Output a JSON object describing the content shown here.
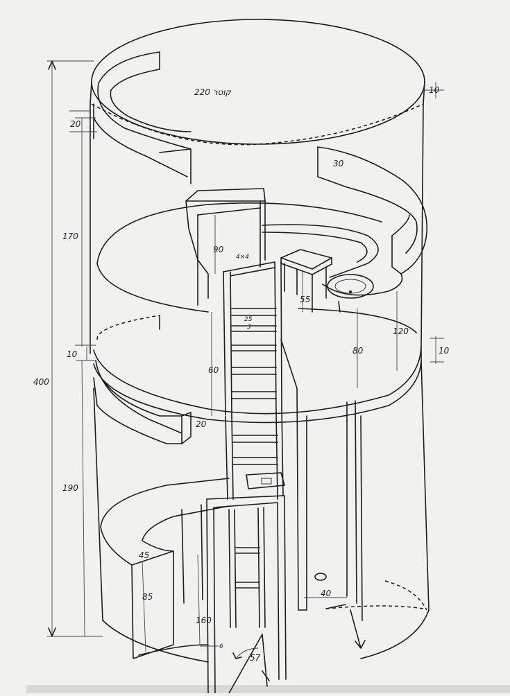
{
  "sheet": {
    "diameter_note": "220 קוטר",
    "dimensions": {
      "total_height": "400",
      "upper_section": "170",
      "lower_section": "190",
      "roof_thickness": "10",
      "roof_thickness_top": "10",
      "floor_thickness": "10",
      "upper_rail": "20",
      "lower_rail": "20",
      "rail_right": "30",
      "cabinet": "90",
      "post": "4×4",
      "rung_gap": "25",
      "rung_width": "3",
      "table": "55",
      "ladder_run": "60",
      "shelf_height": "80",
      "upper_room": "120",
      "counter_depth": "45",
      "counter_height": "85",
      "door_height": "160",
      "door_width": "6",
      "door_angle": "57",
      "hatch_offset": "40"
    }
  }
}
